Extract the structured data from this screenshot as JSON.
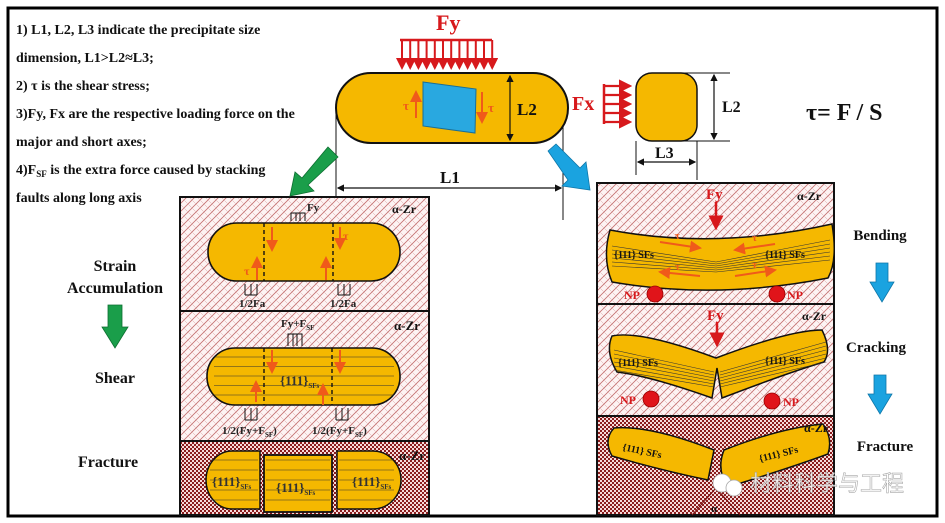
{
  "notes": [
    "1) L1, L2, L3 indicate the precipitate size",
    "dimension, L1>L2≈L3;",
    "2) τ is the shear stress;",
    "3)Fy, Fx are the respective loading force on the",
    "major and short axes;",
    "4)F",
    "SF",
    " is the extra force caused by stacking",
    "faults along long axis"
  ],
  "top": {
    "fy": "Fy",
    "fx": "Fx",
    "tau": "τ",
    "l1": "L1",
    "l2": "L2",
    "l3": "L3",
    "formula": "τ= F / S"
  },
  "left": {
    "stage1": {
      "line1": "Strain",
      "line2": "Accumulation"
    },
    "stage2": "Shear",
    "stage3": "Fracture",
    "matrix": "α-Zr",
    "fy": "Fy",
    "half_fa": "1/2Fa",
    "fy_fsf": "Fy+F",
    "sf_sub": "SF",
    "half_fyfsf": "1/2(Fy+F",
    "close": ")",
    "plane": "{111}",
    "sfs_sub": "SFs",
    "tau": "τ"
  },
  "right": {
    "stage1": "Bending",
    "stage2": "Cracking",
    "stage3": "Fracture",
    "matrix": "α-Zr",
    "fy": "Fy",
    "np": "NP",
    "sfs": "{111} SFs",
    "tau": "τ",
    "alpha": "α"
  },
  "watermark": "材料科学与工程",
  "colors": {
    "precipitate": "#f5b800",
    "force": "#d7191c",
    "tau": "#f05a1a",
    "green_arrow": "#1a9e4a",
    "blue_arrow": "#1aa3e0",
    "shear_box": "#29a8e0",
    "hatch": "#c0504d"
  }
}
